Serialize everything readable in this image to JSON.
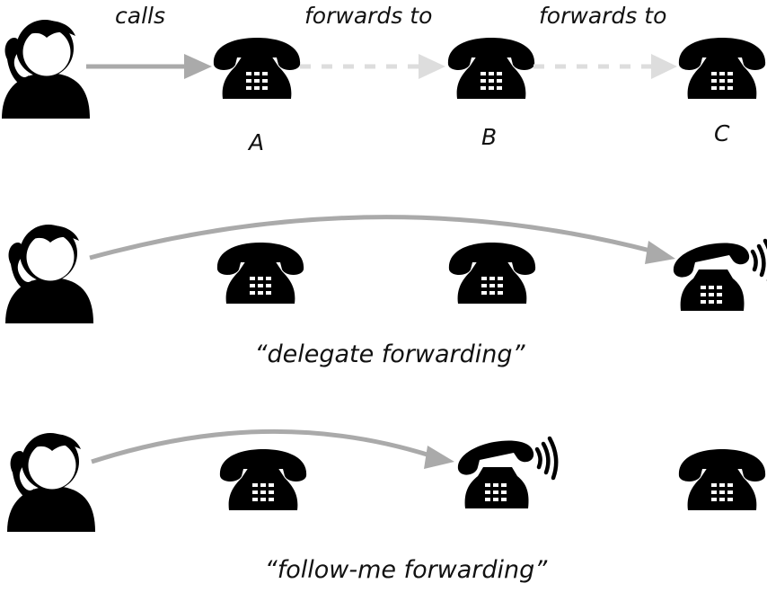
{
  "labels": {
    "calls": "calls",
    "forwards_to_1": "forwards to",
    "forwards_to_2": "forwards to",
    "phone_a": "A",
    "phone_b": "B",
    "phone_c": "C"
  },
  "captions": {
    "delegate": "“delegate forwarding”",
    "follow_me": "“follow-me forwarding”"
  },
  "rows": [
    {
      "name": "basic-forwarding-chain",
      "ringing_phone": null
    },
    {
      "name": "delegate-forwarding",
      "ringing_phone": "C"
    },
    {
      "name": "follow-me-forwarding",
      "ringing_phone": "B"
    }
  ],
  "colors": {
    "icon": "#000000",
    "arrow": "#aaaaaa",
    "dashed_arrow": "#dddddd",
    "text": "#111111"
  },
  "icons": [
    "caller-icon",
    "desk-phone-icon",
    "ringing-phone-icon"
  ]
}
